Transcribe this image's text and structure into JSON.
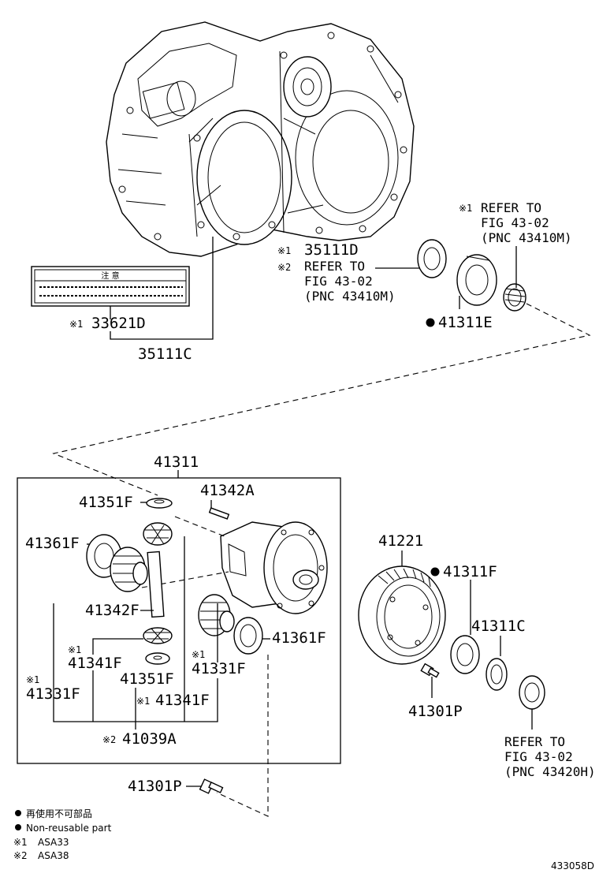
{
  "parts": {
    "p35111C": "35111C",
    "p33621D": "33621D",
    "p35111D": "35111D",
    "p41311E": "41311E",
    "p41311": "41311",
    "p41351F_a": "41351F",
    "p41342A": "41342A",
    "p41361F_a": "41361F",
    "p41342F": "41342F",
    "p41341F_a": "41341F",
    "p41351F_b": "41351F",
    "p41331F_a": "41331F",
    "p41331F_b": "41331F",
    "p41341F_b": "41341F",
    "p41039A": "41039A",
    "p41361F_b": "41361F",
    "p41221": "41221",
    "p41311F": "41311F",
    "p41311C": "41311C",
    "p41301P_a": "41301P",
    "p41301P_b": "41301P"
  },
  "marks": {
    "m1": "※1",
    "m2": "※2"
  },
  "refs": {
    "a_l1": "REFER TO",
    "a_l2": "FIG 43-02",
    "a_l3": "(PNC 43410M)",
    "b_l1": "REFER TO",
    "b_l2": "FIG 43-02",
    "b_l3": "(PNC 43410M)",
    "c_l1": "REFER TO",
    "c_l2": "FIG 43-02",
    "c_l3": "(PNC 43420H)"
  },
  "label_panel": {
    "title": "注 意"
  },
  "legend": {
    "jp": "再使用不可部品",
    "en": "Non-reusable part",
    "asa1": "ASA33",
    "asa2": "ASA38"
  },
  "figure_id": "433058D"
}
